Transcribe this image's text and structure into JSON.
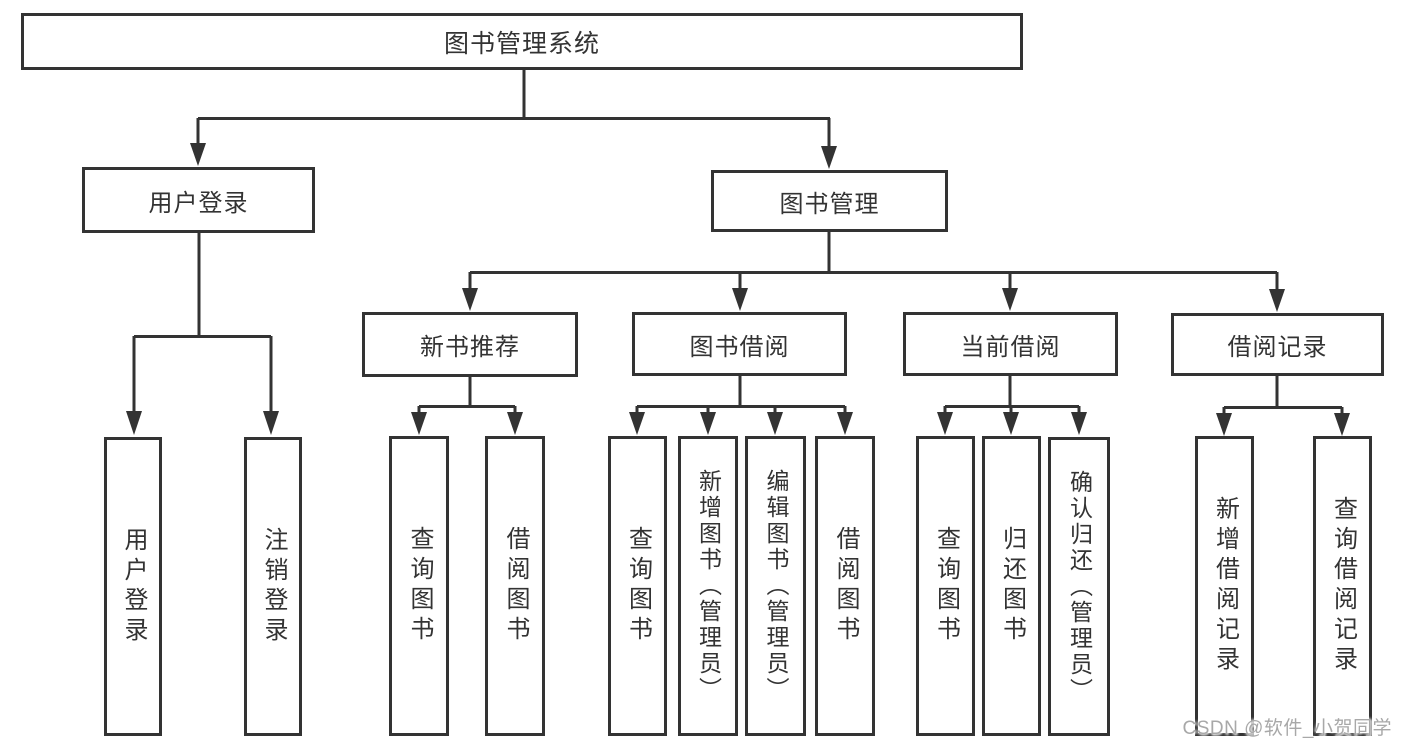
{
  "diagram_title": "图书管理系统",
  "tree": {
    "root": {
      "label": "图书管理系统"
    },
    "level2": [
      {
        "label": "用户登录"
      },
      {
        "label": "图书管理"
      }
    ],
    "level3": [
      {
        "label": "新书推荐"
      },
      {
        "label": "图书借阅"
      },
      {
        "label": "当前借阅"
      },
      {
        "label": "借阅记录"
      }
    ],
    "leaves": [
      {
        "label": "用户登录"
      },
      {
        "label": "注销登录"
      },
      {
        "label": "查询图书"
      },
      {
        "label": "借阅图书"
      },
      {
        "label": "查询图书"
      },
      {
        "label": "新增图书（管理员）"
      },
      {
        "label": "编辑图书（管理员）"
      },
      {
        "label": "借阅图书"
      },
      {
        "label": "查询图书"
      },
      {
        "label": "归还图书"
      },
      {
        "label": "确认归还（管理员）"
      },
      {
        "label": "新增借阅记录"
      },
      {
        "label": "查询借阅记录"
      }
    ]
  },
  "watermark": "CSDN @软件_小贺同学",
  "colors": {
    "line": "#333333",
    "text": "#333333",
    "watermark": "#a8a8a8",
    "background": "#ffffff"
  }
}
